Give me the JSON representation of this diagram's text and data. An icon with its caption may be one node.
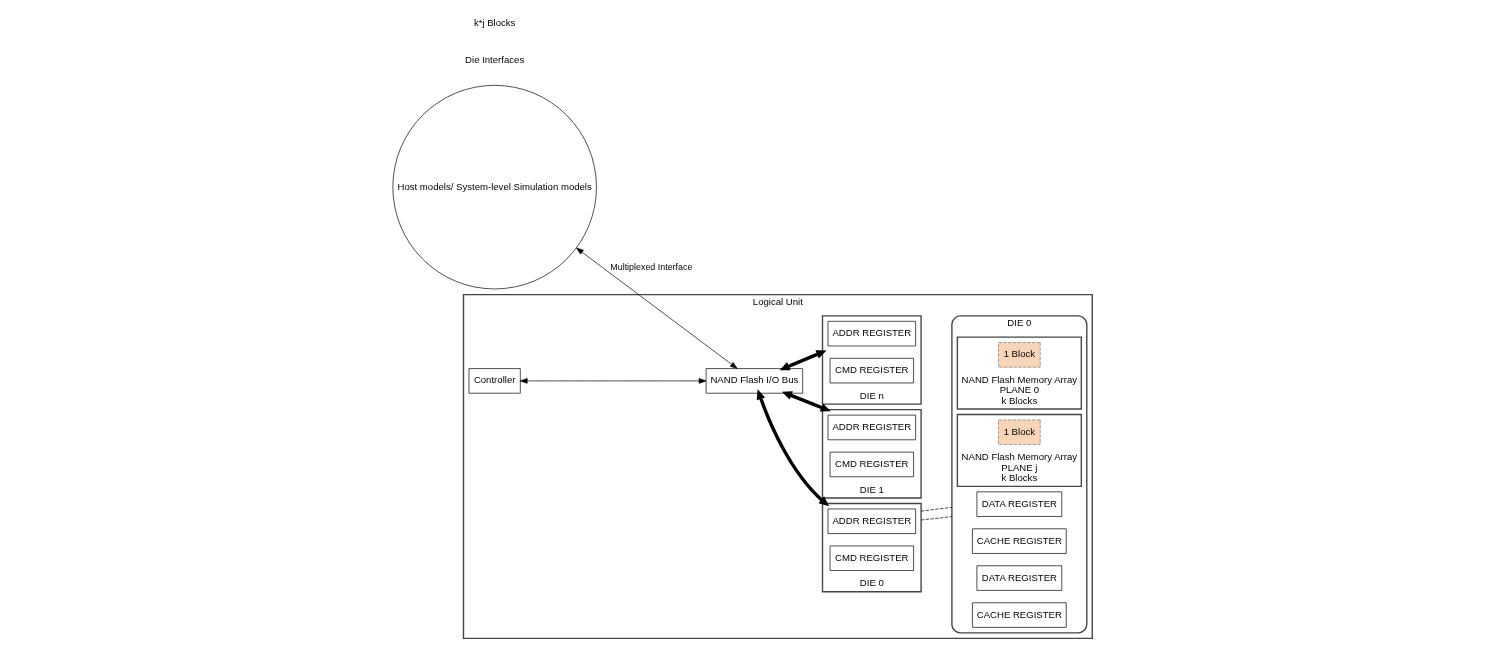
{
  "diagram": {
    "nodes": [
      {
        "text": [
          "Host models/ System-level Simulation models"
        ]
      },
      {
        "text": [
          "Logical Unit"
        ]
      },
      {
        "text": [
          "Controller"
        ],
        "in": 1
      },
      {
        "text": [
          "NAND Flash I/O Bus"
        ],
        "in": 1
      },
      {
        "text": [
          "DIE 0"
        ],
        "in": 1
      },
      {
        "text": [
          "ADDR REGISTER"
        ],
        "in": 4
      },
      {
        "text": [
          "CMD REGISTER"
        ],
        "in": 4
      },
      {
        "text": [
          "DIE 1"
        ],
        "in": 1
      },
      {
        "text": [
          "ADDR REGISTER"
        ],
        "in": 7
      },
      {
        "text": [
          "CMD REGISTER"
        ],
        "in": 7
      },
      {
        "text": [
          "DIE n"
        ],
        "in": 1
      },
      {
        "text": [
          "ADDR REGISTER"
        ],
        "in": 10
      },
      {
        "text": [
          "CMD REGISTER"
        ],
        "in": 10
      },
      {
        "text": [
          "DIE 0"
        ],
        "in": 1
      },
      {
        "text": [
          "DATA REGISTER"
        ],
        "in": 13
      },
      {
        "text": [
          "CACHE REGISTER"
        ],
        "in": 13
      },
      {
        "text": [
          "NAND Flash Memory Array"
        ],
        "beside": [
          "PLANE 0",
          "k Blocks"
        ],
        "in": 13
      },
      {
        "text": [
          "1 Block"
        ],
        "in": 16
      },
      {
        "text": [
          "DATA REGISTER"
        ],
        "in": 13
      },
      {
        "text": [
          "CACHE REGISTER"
        ],
        "in": 13
      },
      {
        "text": [
          "NAND Flash Memory Array"
        ],
        "beside": [
          "PLANE j",
          "k Blocks"
        ],
        "in": 13
      },
      {
        "text": [
          "1 Block"
        ],
        "in": 20
      }
    ],
    "edges": [
      {
        "from": 0,
        "to": 3,
        "arrow": "both",
        "label": "Multiplexed Interface"
      },
      {
        "from": 2,
        "to": 3,
        "arrow": "both"
      },
      {
        "from": 3,
        "to": 4,
        "arrow": "both",
        "style": "thick"
      },
      {
        "from": 3,
        "to": 7,
        "arrow": "both",
        "style": "thick"
      },
      {
        "from": 3,
        "to": 10,
        "arrow": "both",
        "style": "thick"
      },
      {
        "from": 4,
        "to": 13,
        "arrow": "none",
        "style": "dashed"
      },
      {
        "from": 4,
        "to": 13,
        "arrow": "none",
        "style": "dashed"
      }
    ],
    "labels": [
      "Die Interfaces",
      "k*j Blocks"
    ]
  }
}
